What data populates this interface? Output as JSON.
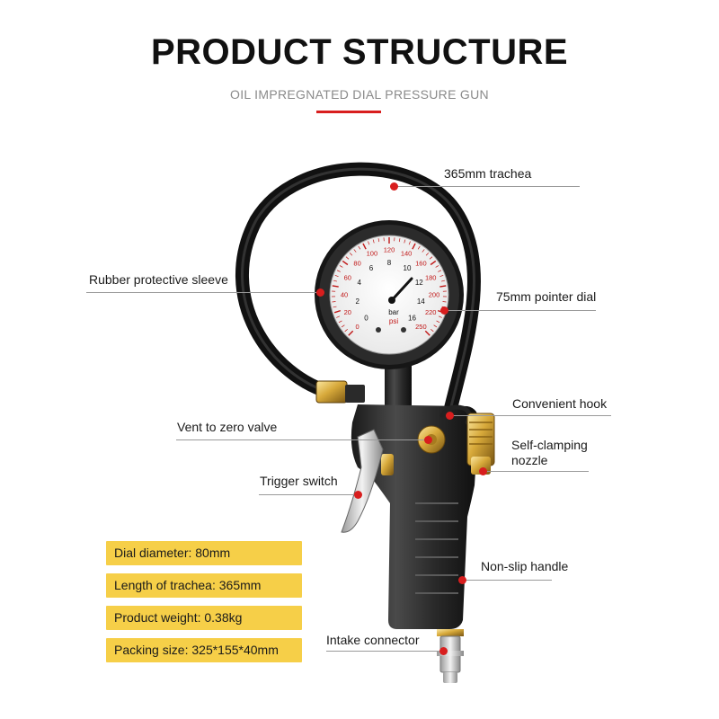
{
  "header": {
    "title": "PRODUCT STRUCTURE",
    "subtitle": "OIL IMPREGNATED DIAL PRESSURE GUN"
  },
  "colors": {
    "accent": "#d81e1e",
    "spec_background": "#f6cf48",
    "leader_line": "#9a9a9a"
  },
  "callouts": {
    "trachea": "365mm trachea",
    "sleeve": "Rubber protective sleeve",
    "dial": "75mm pointer dial",
    "hook": "Convenient hook",
    "vent": "Vent to zero valve",
    "nozzle_line1": "Self-clamping",
    "nozzle_line2": "nozzle",
    "trigger": "Trigger switch",
    "handle": "Non-slip handle",
    "intake": "Intake connector"
  },
  "specs": [
    "Dial diameter: 80mm",
    "Length of trachea: 365mm",
    "Product weight: 0.38kg",
    "Packing size: 325*155*40mm"
  ],
  "gauge": {
    "outer_scale": [
      "20",
      "40",
      "60",
      "80",
      "100",
      "120",
      "140",
      "160",
      "180",
      "200",
      "220"
    ],
    "outer_end": "250",
    "outer_start": "0",
    "inner_scale": [
      "2",
      "4",
      "6",
      "8",
      "10",
      "12",
      "14"
    ],
    "inner_end": "16",
    "inner_start": "0",
    "unit_bar": "bar",
    "unit_psi": "psi"
  }
}
